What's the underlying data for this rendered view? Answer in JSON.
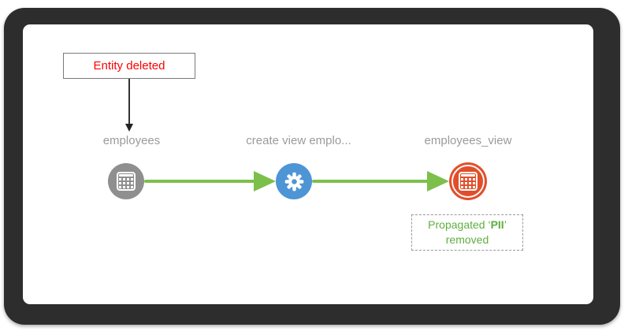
{
  "frame": {
    "bg_color": "#2d2d2d",
    "panel_bg_color": "#ffffff"
  },
  "callout": {
    "label": "Entity deleted",
    "text_color": "#fe0000",
    "border_color": "#7a7a7a"
  },
  "nodes": [
    {
      "label": "employees",
      "type": "table",
      "color": "#8f8f8f",
      "icon": "table-icon"
    },
    {
      "label": "create view emplo...",
      "type": "process",
      "color": "#4d95d5",
      "icon": "gear-icon"
    },
    {
      "label": "employees_view",
      "type": "table",
      "color": "#e04f2b",
      "icon": "table-icon",
      "ring": true
    }
  ],
  "edges": [
    {
      "from": "employees",
      "to": "create view emplo...",
      "color": "#7cbf4a"
    },
    {
      "from": "create view emplo...",
      "to": "employees_view",
      "color": "#7cbf4a"
    }
  ],
  "annotation": {
    "prefix": "Propagated ‘",
    "entity": "PII",
    "suffix": "’",
    "line2": "removed",
    "text_color": "#5fae3f"
  },
  "label_color": "#9b9b9b"
}
